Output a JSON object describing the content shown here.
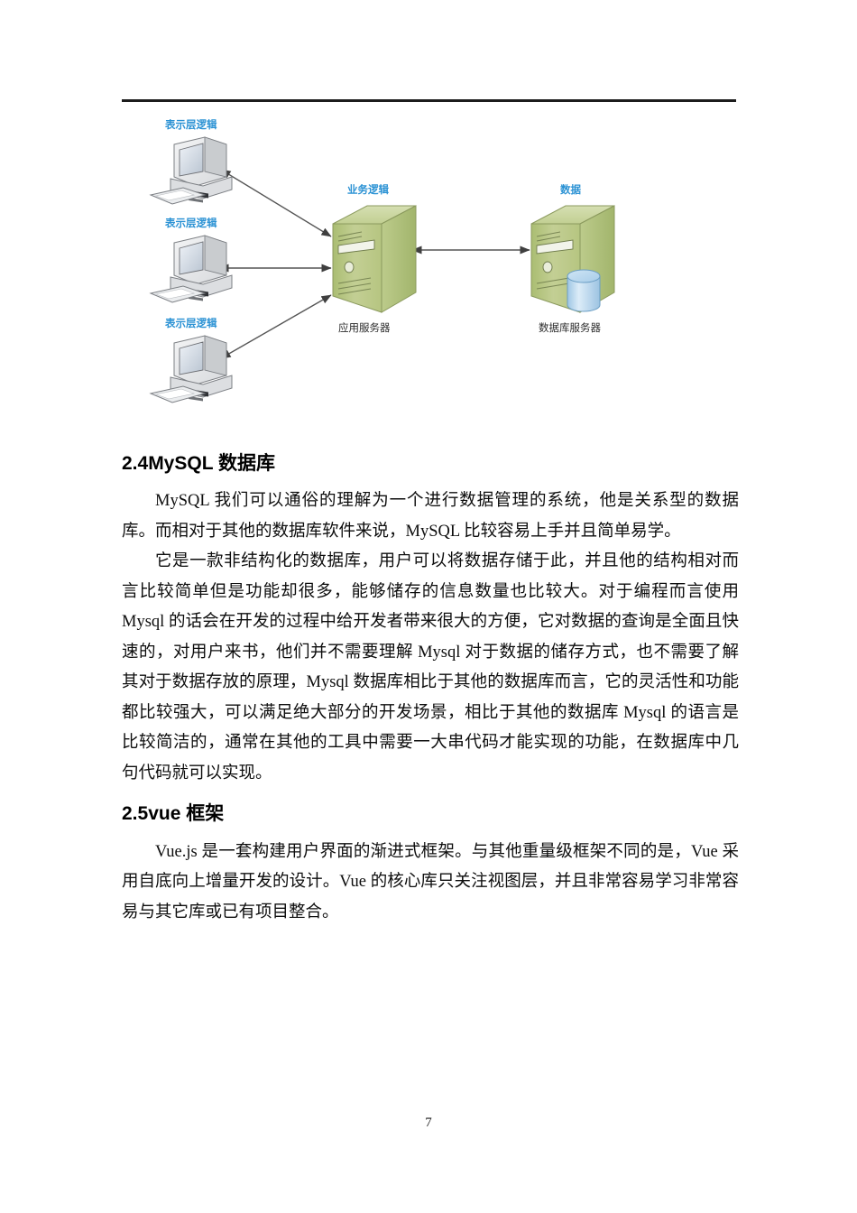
{
  "document": {
    "page_number": "7"
  },
  "figure": {
    "name": "three-tier-architecture-diagram",
    "labels": {
      "client_tier": [
        "表示层逻辑",
        "表示层逻辑",
        "表示层逻辑"
      ],
      "app_server_top": "业务逻辑",
      "app_server_bottom": "应用服务器",
      "db_server_top": "数据",
      "db_server_bottom": "数据库服务器"
    },
    "colors": {
      "label_blue": "#2b92d4",
      "server_front": "#b9c785",
      "server_side": "#a6b870",
      "server_top": "#cfd9a6",
      "db_cylinder": "#a9cfe8",
      "arrow": "#4a4a4a",
      "monitor": "#e8e9ea"
    }
  },
  "sections": [
    {
      "heading": "2.4MySQL 数据库",
      "paragraphs": [
        "MySQL 我们可以通俗的理解为一个进行数据管理的系统，他是关系型的数据库。而相对于其他的数据库软件来说，MySQL 比较容易上手并且简单易学。",
        "它是一款非结构化的数据库，用户可以将数据存储于此，并且他的结构相对而言比较简单但是功能却很多，能够储存的信息数量也比较大。对于编程而言使用 Mysql 的话会在开发的过程中给开发者带来很大的方便，它对数据的查询是全面且快速的，对用户来书，他们并不需要理解 Mysql 对于数据的储存方式，也不需要了解其对于数据存放的原理，Mysql 数据库相比于其他的数据库而言，它的灵活性和功能都比较强大，可以满足绝大部分的开发场景，相比于其他的数据库 Mysql 的语言是比较简洁的，通常在其他的工具中需要一大串代码才能实现的功能，在数据库中几句代码就可以实现。"
      ]
    },
    {
      "heading": "2.5vue 框架",
      "paragraphs": [
        "Vue.js 是一套构建用户界面的渐进式框架。与其他重量级框架不同的是，Vue 采用自底向上增量开发的设计。Vue 的核心库只关注视图层，并且非常容易学习非常容易与其它库或已有项目整合。"
      ]
    }
  ]
}
